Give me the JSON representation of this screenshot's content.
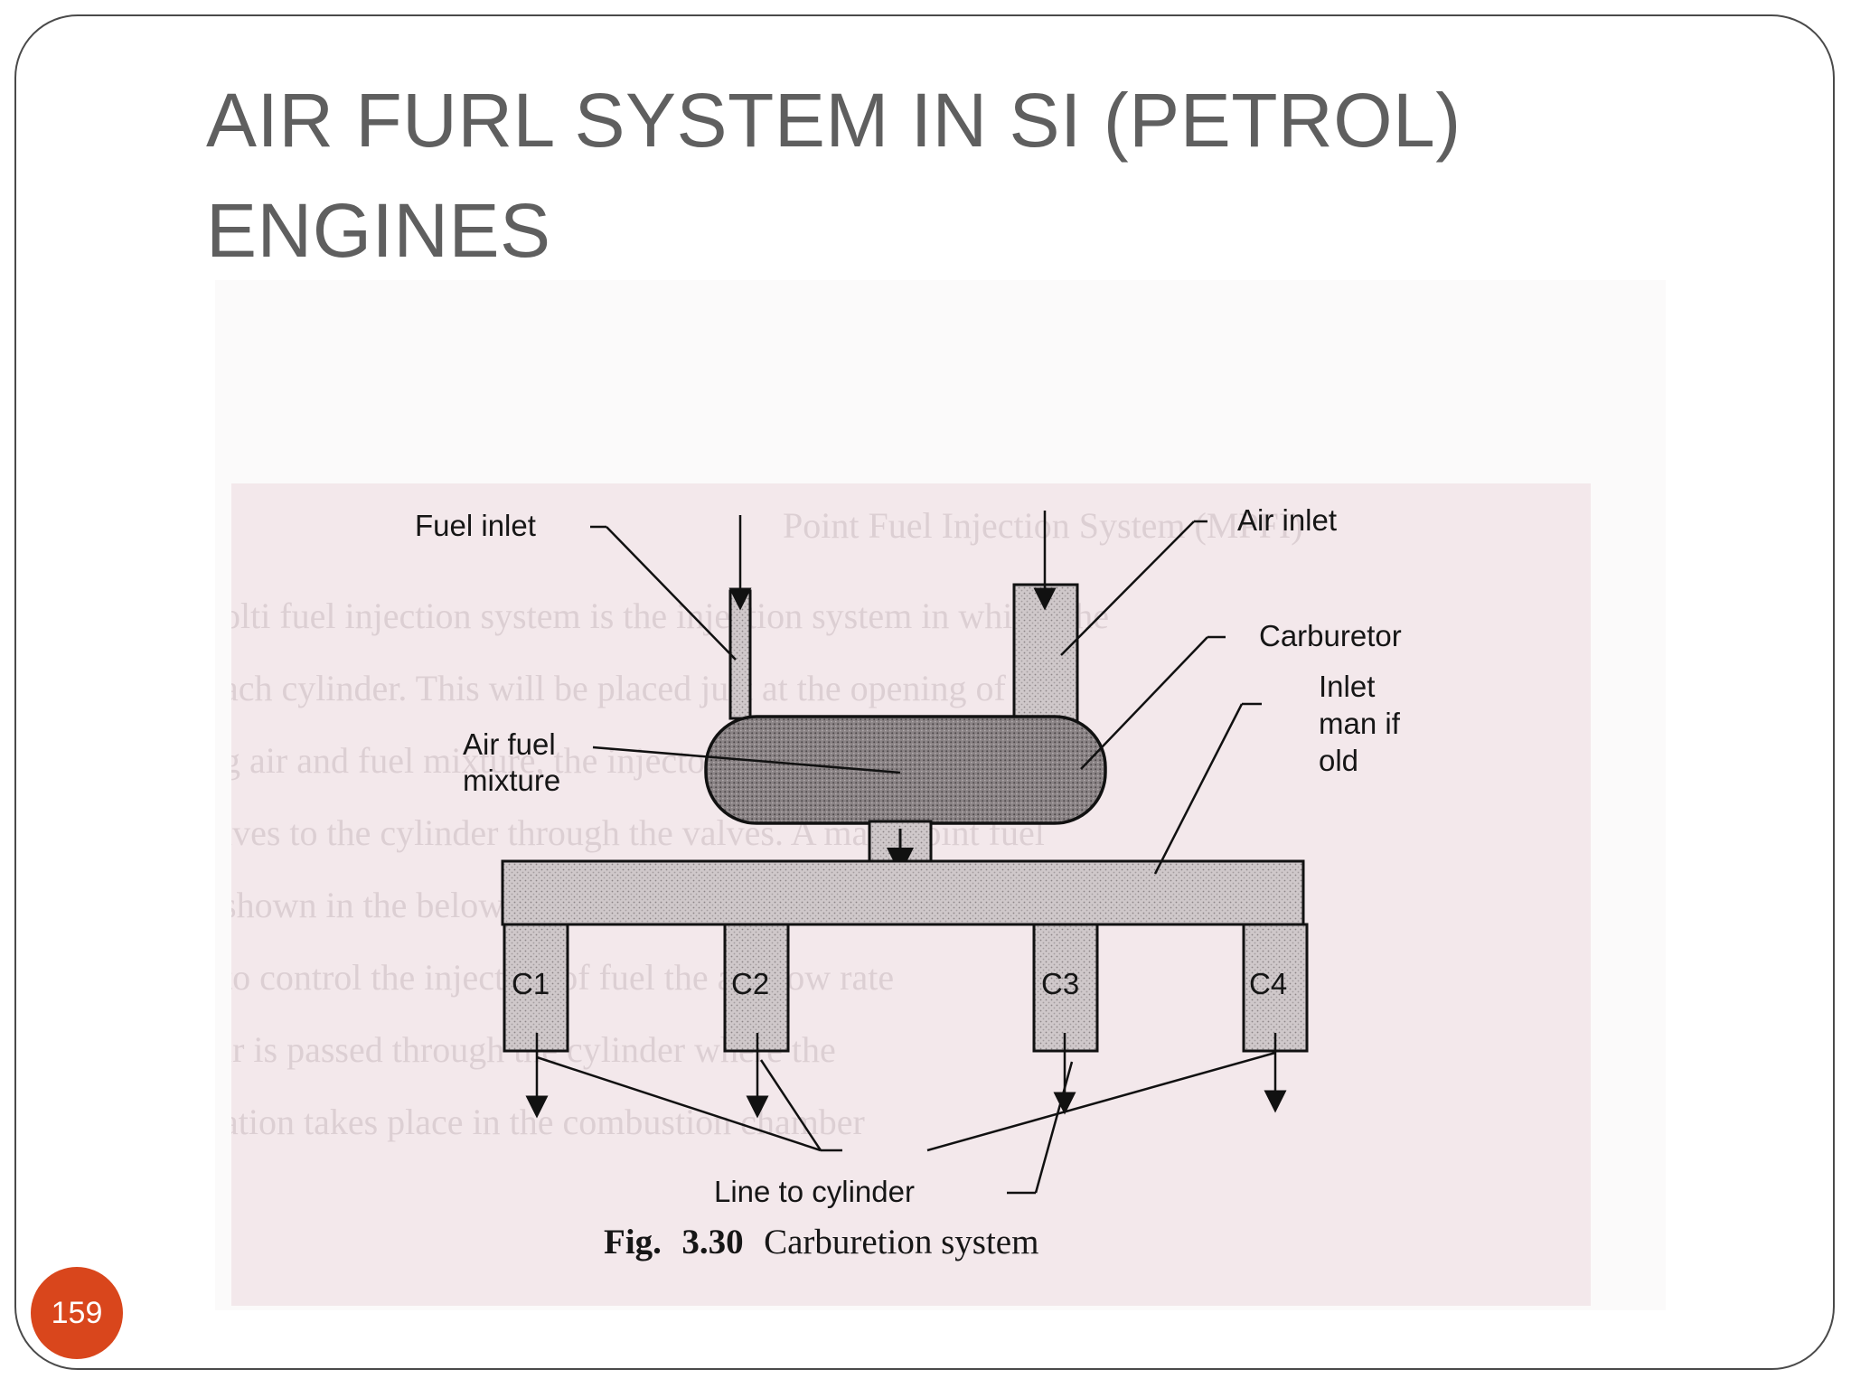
{
  "slide": {
    "title_line1": "AIR FURL SYSTEM IN SI (PETROL)",
    "title_line2": "ENGINES",
    "page_number": "159"
  },
  "figure": {
    "labels": {
      "fuel_inlet": "Fuel inlet",
      "air_inlet": "Air inlet",
      "carburetor": "Carburetor",
      "inlet_manifold_1": "Inlet",
      "inlet_manifold_2": "man if",
      "inlet_manifold_3": "old",
      "air_fuel_1": "Air fuel",
      "air_fuel_2": "mixture",
      "line_to_cylinder": "Line to cylinder"
    },
    "cylinders": [
      "C1",
      "C2",
      "C3",
      "C4"
    ],
    "caption": {
      "prefix": "Fig.",
      "number": "3.30",
      "text": "Carburetion system"
    }
  },
  "colors": {
    "title": "#5f5f5f",
    "badge": "#d9461c",
    "scan_background": "#f3e8eb",
    "component_fill": "#c9c2c4",
    "carburetor_fill": "#7e7779"
  }
}
